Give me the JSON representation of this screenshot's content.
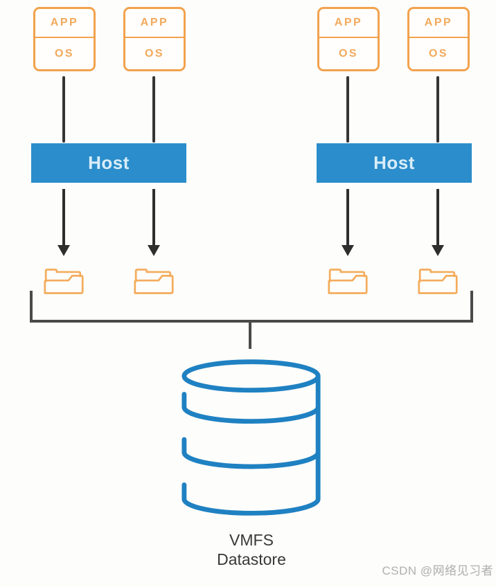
{
  "diagram": {
    "title_implicit": "VMFS Datastore architecture diagram",
    "vm": {
      "app_label": "APP",
      "os_label": "OS"
    },
    "host": {
      "label": "Host"
    },
    "datastore": {
      "label_line1": "VMFS",
      "label_line2": "Datastore"
    },
    "watermark": "CSDN @网络见习者",
    "colors": {
      "vm_orange": "#F2A24D",
      "folder_orange": "#F4AC5C",
      "host_blue": "#2B8DCB",
      "host_text": "#D8EDF9",
      "datastore_blue": "#1F81C2",
      "connector_dark": "#2E2E2E",
      "bracket_gray": "#4A4A4A",
      "label_dark": "#383838",
      "watermark_gray": "#B4B4B4",
      "background": "#FDFDFB"
    }
  }
}
